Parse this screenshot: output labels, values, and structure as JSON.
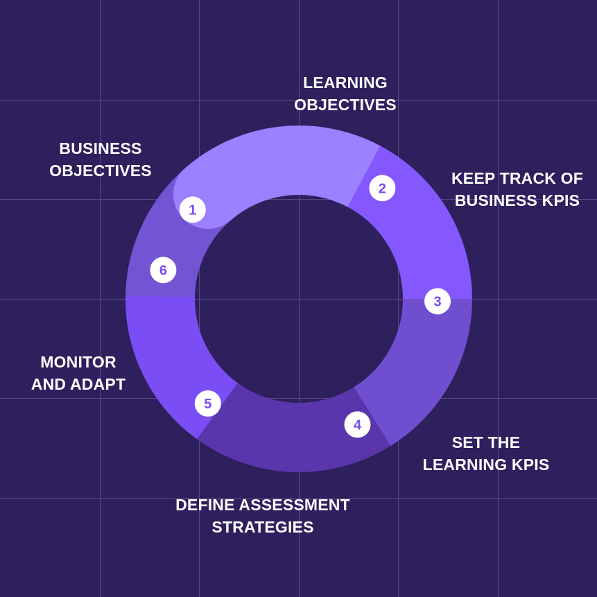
{
  "colors": {
    "background": "#2e1f5d",
    "grid_line": "#5a4b88",
    "badge_fill": "#ffffff",
    "badge_text": "#7a4cf2"
  },
  "steps": [
    {
      "number": "1",
      "lines": [
        "BUSINESS",
        "OBJECTIVES"
      ],
      "color": "#9b80ff"
    },
    {
      "number": "2",
      "lines": [
        "LEARNING",
        "OBJECTIVES"
      ],
      "color": "#8457ff"
    },
    {
      "number": "3",
      "lines": [
        "KEEP TRACK OF",
        "BUSINESS KPIS"
      ],
      "color": "#6f4fcf"
    },
    {
      "number": "4",
      "lines": [
        "SET THE",
        "LEARNING KPIS"
      ],
      "color": "#5a36ac"
    },
    {
      "number": "5",
      "lines": [
        "DEFINE ASSESSMENT",
        "STRATEGIES"
      ],
      "color": "#7b4ef5"
    },
    {
      "number": "6",
      "lines": [
        "MONITOR",
        "AND ADAPT"
      ],
      "color": "#7354d2"
    }
  ]
}
